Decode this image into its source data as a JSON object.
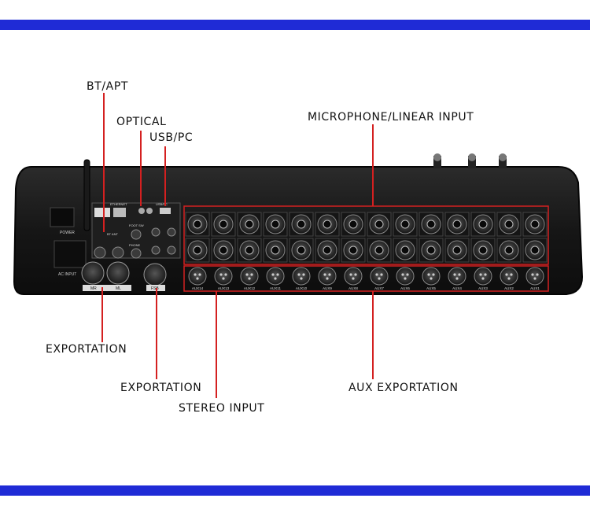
{
  "colors": {
    "band": "#1f2bd6",
    "leader": "#d42020",
    "chassis": "#1c1c1c"
  },
  "labels": {
    "bt_apt": "BT/APT",
    "optical": "OPTICAL",
    "usb_pc": "USB/PC",
    "mic_linear_input": "MICROPHONE/LINEAR INPUT",
    "exportation_left": "EXPORTATION",
    "exportation_mid": "EXPORTATION",
    "stereo_input": "STEREO INPUT",
    "aux_exportation": "AUX EXPORTATION"
  },
  "panel": {
    "power": "POWER",
    "ac_input": "AC INPUT",
    "ethernet": "ETHERNET",
    "usb": "USB/PC",
    "bt": "BT ANT",
    "footsw": "FOOT SW",
    "phone": "PHONE",
    "out_l": "MR",
    "out_r": "ML",
    "sub": "FSB",
    "aux_labels": [
      "AUX14",
      "AUX13",
      "AUX12",
      "AUX11",
      "AUX10",
      "AUX9",
      "AUX8",
      "AUX7",
      "AUX6",
      "AUX5",
      "AUX4",
      "AUX3",
      "AUX2",
      "AUX1"
    ]
  }
}
